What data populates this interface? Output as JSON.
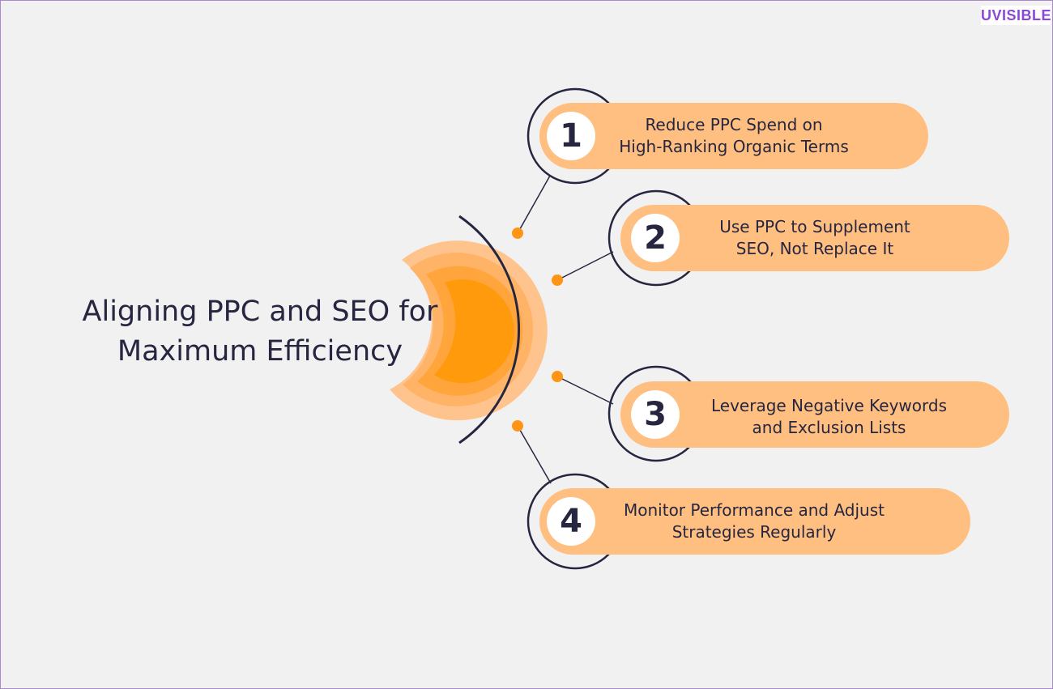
{
  "logo": {
    "text": "UVISIBLE"
  },
  "diagram": {
    "title_lines": [
      "Aligning PPC and SEO for",
      "Maximum Efficiency"
    ],
    "steps": [
      {
        "number": "1",
        "lines": [
          "Reduce PPC Spend on",
          "High-Ranking Organic Terms"
        ]
      },
      {
        "number": "2",
        "lines": [
          "Use PPC to Supplement",
          "SEO, Not Replace It"
        ]
      },
      {
        "number": "3",
        "lines": [
          "Leverage Negative Keywords",
          "and Exclusion Lists"
        ]
      },
      {
        "number": "4",
        "lines": [
          "Monitor Performance and Adjust",
          "Strategies Regularly"
        ]
      }
    ]
  },
  "colors": {
    "background": "#f2f1f2",
    "pill": "#ffbf80",
    "orange_dark": "#ff9a0c",
    "dot": "#ff9415",
    "navy": "#262640",
    "logo": "#8a47d8"
  },
  "icons": {
    "center_graphic": "crescent-target-icon"
  }
}
